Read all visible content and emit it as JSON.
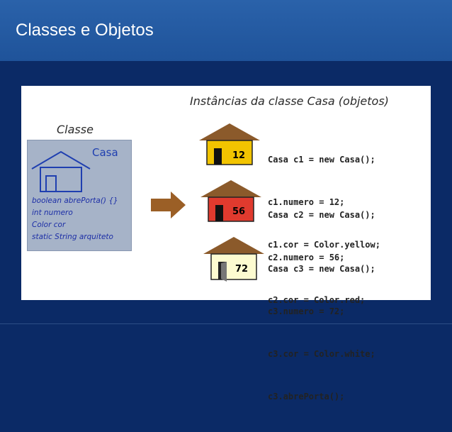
{
  "header": {
    "title": "Classes e Objetos"
  },
  "panel": {
    "class_heading": "Classe",
    "instances_heading": "Instâncias da classe Casa (objetos)",
    "class_box": {
      "name": "Casa",
      "members": [
        "boolean abrePorta() {}",
        "int numero",
        "Color cor",
        "static String arquiteto"
      ]
    },
    "instances": [
      {
        "number": "12",
        "color": "#f2c400",
        "code": [
          "Casa c1 = new Casa();",
          "c1.numero = 12;",
          "c1.cor = Color.yellow;"
        ]
      },
      {
        "number": "56",
        "color": "#e03a2e",
        "code": [
          "Casa c2 = new Casa();",
          "c2.numero = 56;",
          "c2.cor = Color.red;"
        ]
      },
      {
        "number": "72",
        "color": "#fdfbd0",
        "code": [
          "Casa c3 = new Casa();",
          "c3.numero = 72;",
          "c3.cor = Color.white;",
          "c3.abrePorta();"
        ]
      }
    ]
  },
  "colors": {
    "header": "#2a62aa",
    "background": "#0b2a66",
    "roof": "#8b5a2b",
    "arrow": "#9b5f26"
  }
}
